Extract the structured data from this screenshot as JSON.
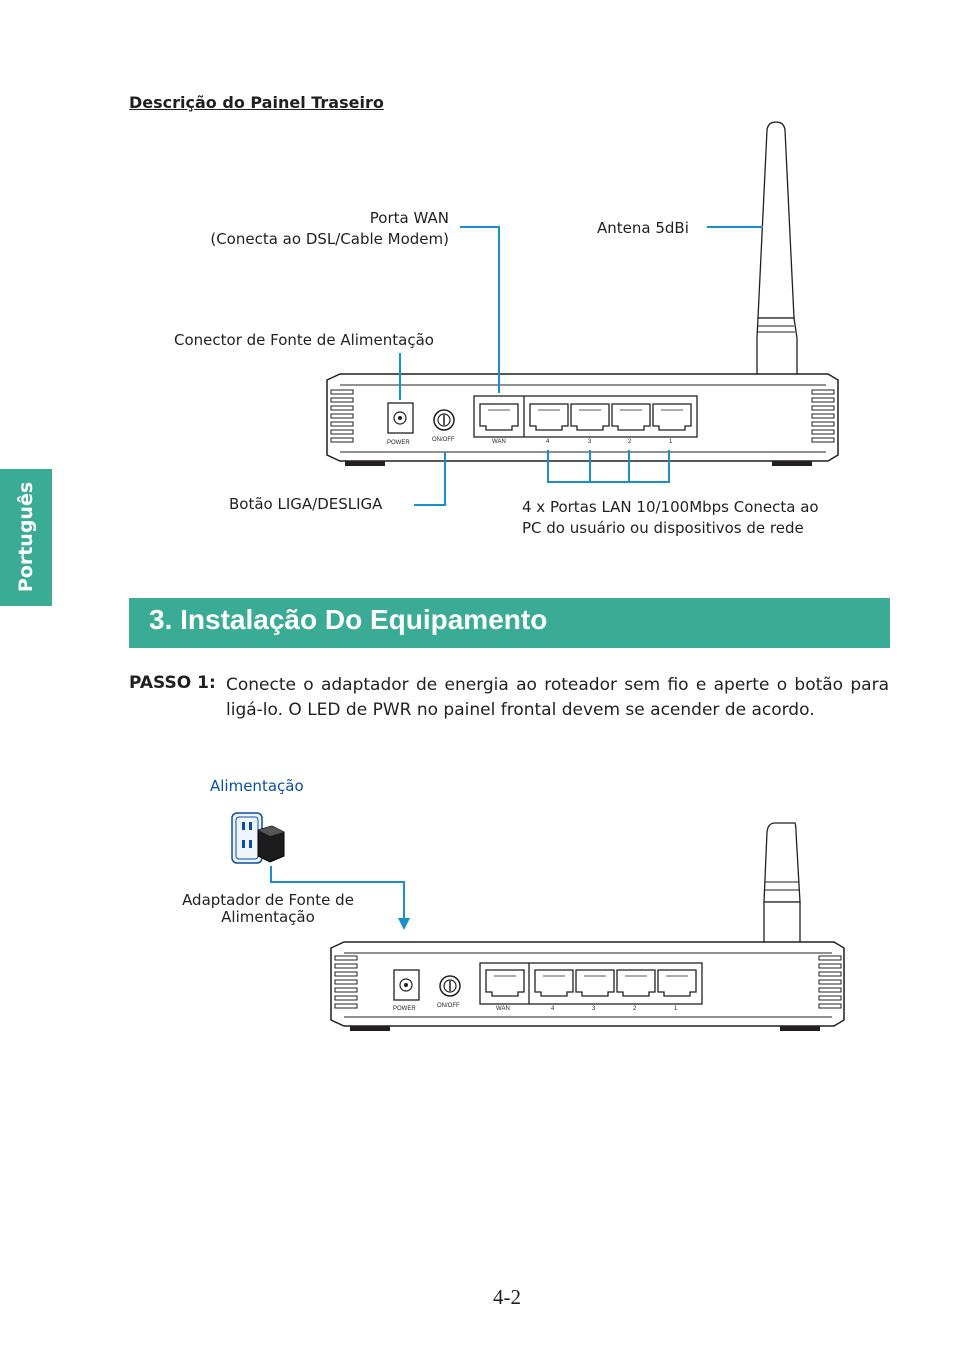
{
  "side_tab": {
    "label": "Português"
  },
  "rear_panel": {
    "heading": "Descrição do Painel Traseiro",
    "wan_label_line1": "Porta WAN",
    "wan_label_line2": "(Conecta ao DSL/Cable Modem)",
    "antenna_label": "Antena 5dBi",
    "power_connector_label": "Conector de Fonte de Alimentação",
    "onoff_label": "Botão LIGA/DESLIGA",
    "lan_label_line1": "4 x Portas LAN 10/100Mbps Conecta ao",
    "lan_label_line2": "PC do usuário ou dispositivos de rede"
  },
  "router_panel": {
    "power": "POWER",
    "onoff": "ON/OFF",
    "wan": "WAN",
    "ports": [
      "4",
      "3",
      "2",
      "1"
    ]
  },
  "install": {
    "title": "3. Instalação Do Equipamento",
    "step_label": "PASSO 1:",
    "step_text": "Conecte o adaptador de energia ao roteador sem fio e aperte o botão para ligá-lo. O LED de PWR no painel frontal devem se acender de acordo.",
    "outlet_label": "Alimentação",
    "adapter_label_line1": "Adaptador de Fonte de",
    "adapter_label_line2": "Alimentação"
  },
  "colors": {
    "accent": "#3aac96",
    "callout": "#1a8fd0",
    "outlet_text": "#0c4ea2"
  },
  "page_number": "4-2"
}
